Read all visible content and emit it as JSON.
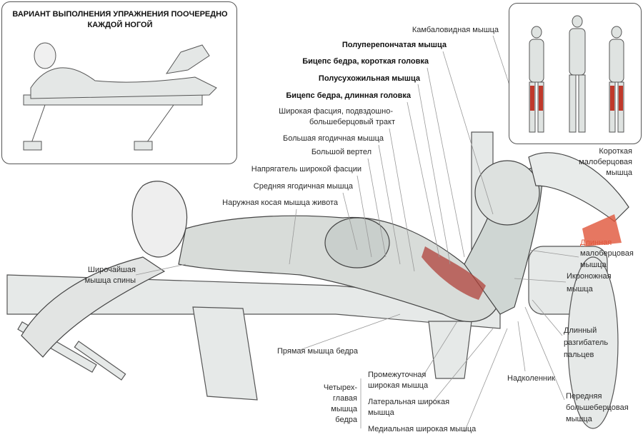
{
  "inset": {
    "title_line1": "ВАРИАНТ ВЫПОЛНЕНИЯ УПРАЖНЕНИЯ ПООЧЕРЕДНО",
    "title_line2": "КАЖДОЙ НОГОЙ"
  },
  "labels": {
    "soleus": "Камбаловидная мышца",
    "semimembranosus": "Полуперепончатая мышца",
    "biceps_short": "Бицепс бедра, короткая головка",
    "semitendinosus": "Полусухожильная мышца",
    "biceps_long": "Бицепс бедра, длинная головка",
    "fascia_lata_1": "Широкая фасция, подвздошно-",
    "fascia_lata_2": "большеберцовый тракт",
    "gluteus_max": "Большая ягодичная мышца",
    "trochanter": "Большой вертел",
    "tensor": "Напрягатель широкой фасции",
    "gluteus_med": "Средняя ягодичная мышца",
    "oblique": "Наружная косая мышца живота",
    "latissimus_1": "Широчайшая",
    "latissimus_2": "мышца спины",
    "rectus_femoris": "Прямая мышца бедра",
    "quad_1": "Четырех-",
    "quad_2": "главая",
    "quad_3": "мышца",
    "quad_4": "бедра",
    "intermedius_1": "Промежуточная",
    "intermedius_2": "широкая мышца",
    "lateralis_1": "Латеральная широкая",
    "lateralis_2": "мышца",
    "medialis": "Медиальная широкая мышца",
    "patella": "Надколенник",
    "tibialis_1": "Передняя",
    "tibialis_2": "большеберцовая",
    "tibialis_3": "мышца",
    "extensor_1": "Длинный",
    "extensor_2": "разгибатель",
    "extensor_3": "пальцев",
    "gastrocnemius_1": "Икроножная",
    "gastrocnemius_2": "мышца",
    "peroneus_long_1": "Длинная",
    "peroneus_long_2": "малоберцовая",
    "peroneus_long_3": "мышца",
    "peroneus_short_1": "Короткая",
    "peroneus_short_2": "малоберцовая",
    "peroneus_short_3": "мышца"
  },
  "colors": {
    "muscle_highlight": "#c0392b",
    "arrow": "#e0553a",
    "line": "#888888"
  }
}
